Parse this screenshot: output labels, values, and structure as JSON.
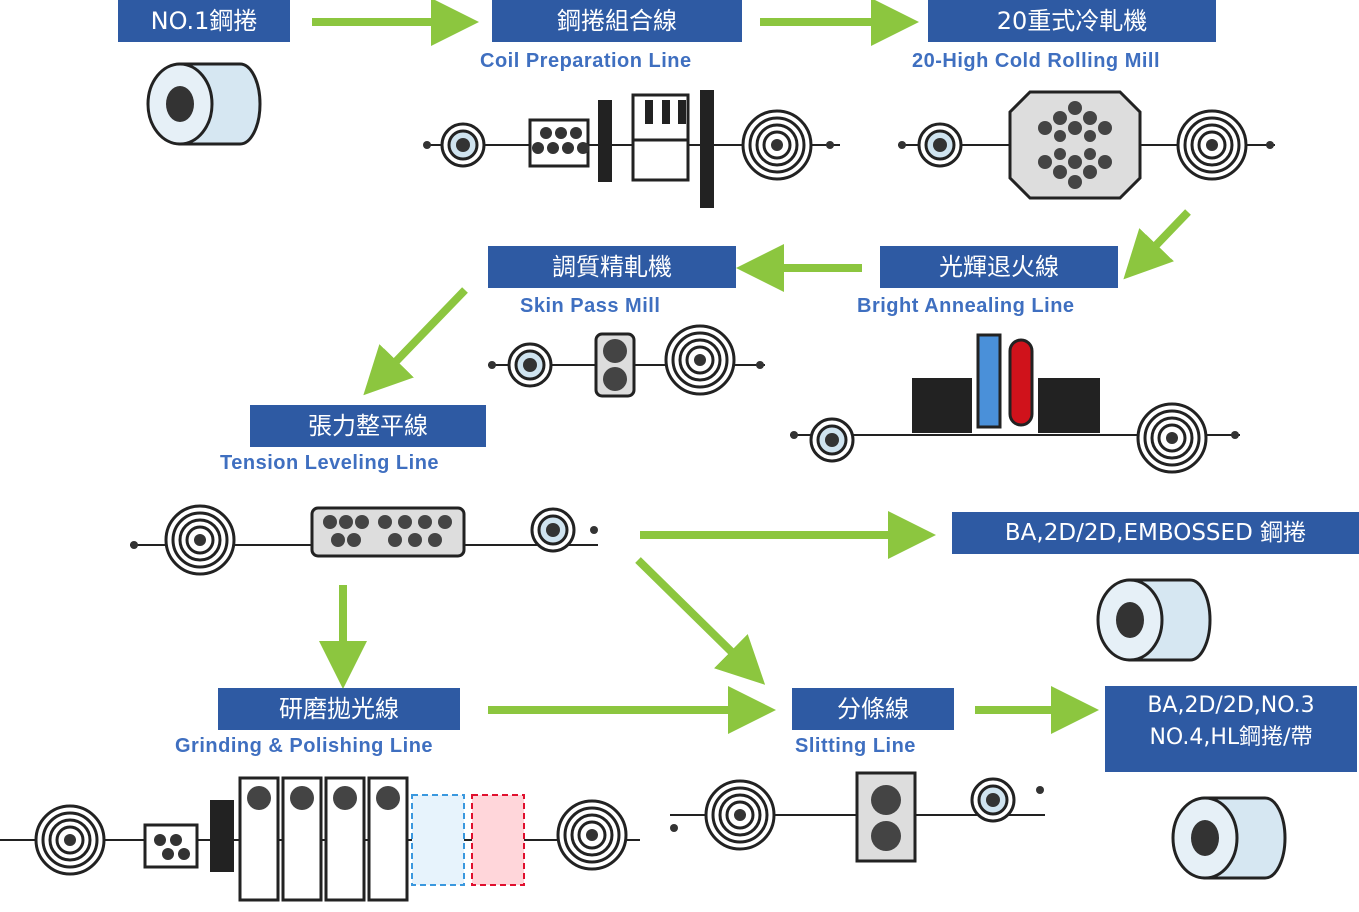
{
  "nodes": {
    "coil_in": {
      "label": "NO.1鋼捲"
    },
    "coil_prep": {
      "label": "鋼捲組合線",
      "sub": "Coil Preparation Line"
    },
    "mill20": {
      "label": "20重式冷軋機",
      "sub": "20-High Cold Rolling Mill"
    },
    "skin_pass": {
      "label": "調質精軋機",
      "sub": "Skin Pass Mill"
    },
    "bright_anneal": {
      "label": "光輝退火線",
      "sub": "Bright Annealing Line"
    },
    "tension_level": {
      "label": "張力整平線",
      "sub": "Tension Leveling Line"
    },
    "grind_polish": {
      "label": "研磨拋光線",
      "sub": "Grinding & Polishing Line"
    },
    "slitting": {
      "label": "分條線",
      "sub": "Slitting Line"
    },
    "out_ba": {
      "label": "BA,2D/2D,EMBOSSED 鋼捲"
    },
    "out_no3": {
      "line1": "BA,2D/2D,NO.3",
      "line2": "NO.4,HL鋼捲/帶"
    }
  },
  "colors": {
    "label_bg": "#2e5aa3",
    "subtitle": "#3f6fc0",
    "arrow": "#8cc63f",
    "coil": "#d6e7f2",
    "blue_furnace": "#4a90d9",
    "red_furnace": "#d0121b"
  }
}
